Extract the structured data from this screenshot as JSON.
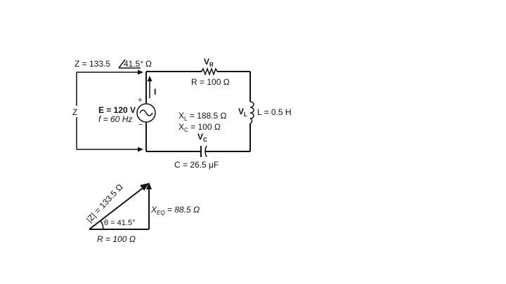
{
  "impedance_line": {
    "prefix": "Z = 133.5",
    "angle": "41.5°",
    "unit": "Ω"
  },
  "z_side_label": "Z",
  "source": {
    "voltage": "E = 120 V",
    "frequency": "f = 60 Hz",
    "plus": "+",
    "minus": "−"
  },
  "current_label": "I",
  "resistor": {
    "voltage_label": "V",
    "voltage_sub": "R",
    "value": "R = 100 Ω"
  },
  "inductor": {
    "voltage_label": "V",
    "voltage_sub": "L",
    "value": "L = 0.5 H"
  },
  "capacitor": {
    "voltage_label": "V",
    "voltage_sub": "C",
    "value": "C = 26.5 μF"
  },
  "reactances": {
    "xl_sym": "X",
    "xl_sub": "L",
    "xl_val": " = 188.5 Ω",
    "xc_sym": "X",
    "xc_sub": "C",
    "xc_val": " = 100 Ω"
  },
  "triangle": {
    "hyp_label": "|Z| = 133.5 Ω",
    "vertical_sym": "X",
    "vertical_sub": "EQ",
    "vertical_val": " = 88.5 Ω",
    "base_label": "R = 100 Ω",
    "theta_label": "θ = 41.5°"
  }
}
